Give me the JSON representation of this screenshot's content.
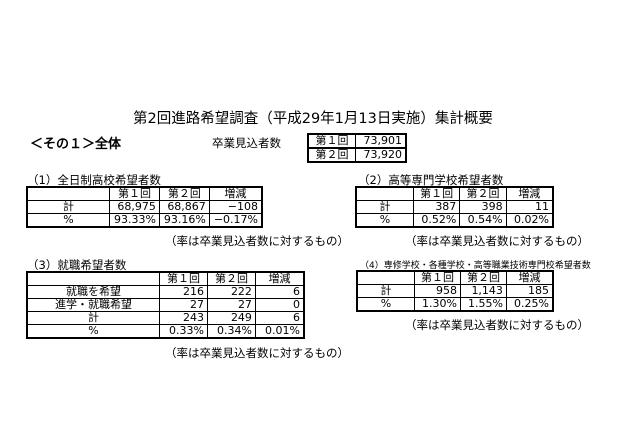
{
  "title": "第2回進路希望調査（平成29年1月13日実施）集計概要",
  "part_label": "＜その１＞全体",
  "graduates": {
    "label": "卒業見込者数",
    "rows": [
      {
        "round": "第１回",
        "value": "73,901"
      },
      {
        "round": "第２回",
        "value": "73,920"
      }
    ]
  },
  "headers": [
    "第１回",
    "第２回",
    "増減"
  ],
  "note": "（率は卒業見込者数に対するもの）",
  "sections": [
    {
      "title": "（1）全日制高校希望者数",
      "rows": [
        {
          "label": "計",
          "r1": "68,975",
          "r2": "68,867",
          "diff": "−108"
        },
        {
          "label": "%",
          "r1": "93.33%",
          "r2": "93.16%",
          "diff": "−0.17%"
        }
      ]
    },
    {
      "title": "（2）高等専門学校希望者数",
      "rows": [
        {
          "label": "計",
          "r1": "387",
          "r2": "398",
          "diff": "11"
        },
        {
          "label": "%",
          "r1": "0.52%",
          "r2": "0.54%",
          "diff": "0.02%"
        }
      ]
    },
    {
      "title": "（3）就職希望者数",
      "rows": [
        {
          "label": "就職を希望",
          "r1": "216",
          "r2": "222",
          "diff": "6"
        },
        {
          "label": "進学・就職希望",
          "r1": "27",
          "r2": "27",
          "diff": "0"
        },
        {
          "label": "計",
          "r1": "243",
          "r2": "249",
          "diff": "6"
        },
        {
          "label": "%",
          "r1": "0.33%",
          "r2": "0.34%",
          "diff": "0.01%"
        }
      ]
    },
    {
      "title": "（4）専修学校・各種学校・高等職業技術専門校希望者数",
      "rows": [
        {
          "label": "計",
          "r1": "958",
          "r2": "1,143",
          "diff": "185"
        },
        {
          "label": "%",
          "r1": "1.30%",
          "r2": "1.55%",
          "diff": "0.25%"
        }
      ]
    }
  ]
}
